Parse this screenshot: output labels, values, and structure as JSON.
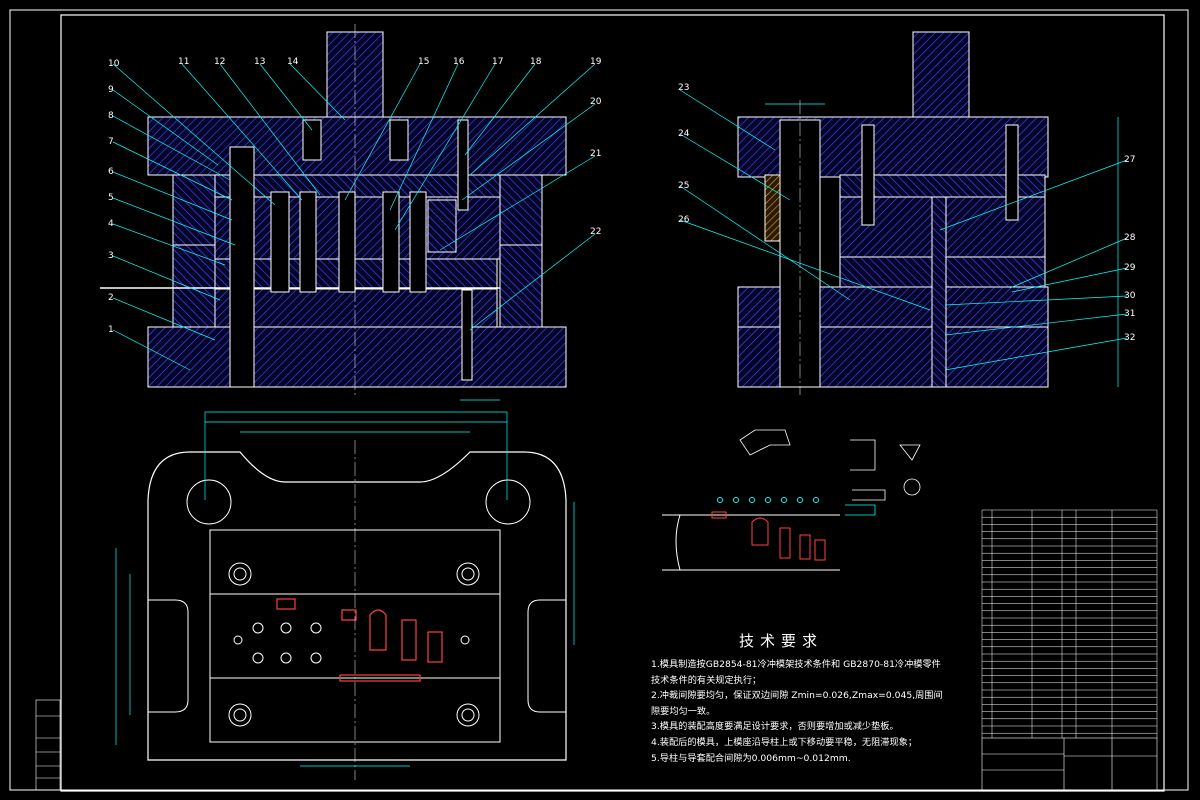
{
  "technical_requirements": {
    "title": "技术要求",
    "lines": [
      "1.模具制造按GB2854-81冷冲模架技术条件和 GB2870-81冷冲模零件",
      "技术条件的有关规定执行；",
      "2.冲裁间隙要均匀，保证双边间隙 Zmin=0.026,Zmax=0.045,周围间",
      "隙要均匀一致。",
      "3.模具的装配高度要满足设计要求，否则要增加或减少垫板。",
      "4.装配后的模具，上模座沿导柱上或下移动要平稳，无阻滞现象；",
      "5.导柱与导套配合间隙为0.006mm~0.012mm."
    ]
  },
  "balloons_front": [
    "1",
    "2",
    "3",
    "4",
    "5",
    "6",
    "7",
    "8",
    "9",
    "10",
    "11",
    "12",
    "13",
    "14",
    "15",
    "16",
    "17",
    "18",
    "19",
    "20",
    "21",
    "22"
  ],
  "balloons_side": [
    "23",
    "24",
    "25",
    "26",
    "27",
    "28",
    "29",
    "30",
    "31",
    "32"
  ],
  "colors": {
    "background": "#000000",
    "outline": "#ffffff",
    "dimension": "#00ffff",
    "hatch": "#4040ff",
    "part": "#ff4040",
    "leader": "#00ffff"
  }
}
